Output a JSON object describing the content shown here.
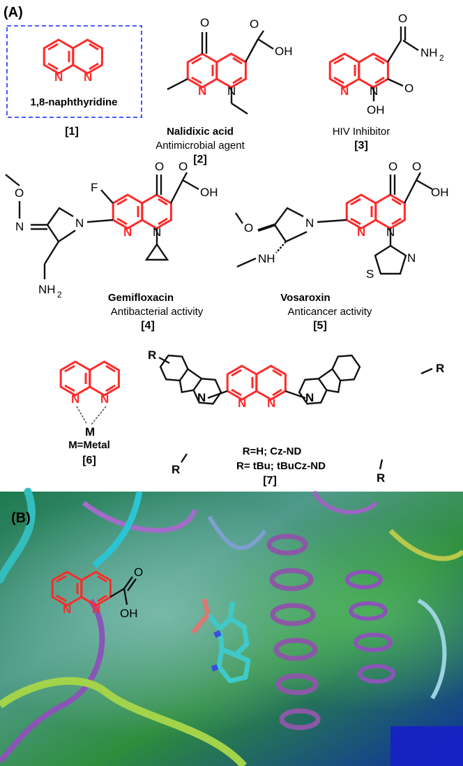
{
  "panel_a": {
    "label": "(A)",
    "c1": {
      "name": "1,8-naphthyridine",
      "ref": "[1]"
    },
    "c2": {
      "name": "Nalidixic acid",
      "role": "Antimicrobial agent",
      "ref": "[2]"
    },
    "c3": {
      "role": "HIV Inhibitor",
      "ref": "[3]"
    },
    "c4": {
      "name": "Gemifloxacin",
      "role": "Antibacterial activity",
      "ref": "[4]"
    },
    "c5": {
      "name": "Vosaroxin",
      "role": "Anticancer activity",
      "ref": "[5]"
    },
    "c6": {
      "metal_label": "M=Metal",
      "ref": "[6]"
    },
    "c7": {
      "line1": "R=H; Cz-ND",
      "line2": "R= tBu; tBuCz-ND",
      "ref": "[7]"
    },
    "atoms": {
      "N": "N",
      "O": "O",
      "OH": "OH",
      "NH2": "NH",
      "F": "F",
      "S": "S",
      "M": "M",
      "R": "R",
      "sub2": "2"
    }
  },
  "panel_b": {
    "label": "(B)"
  },
  "colors": {
    "ring": "#ff2a2a",
    "frame": "#3344ff",
    "ligand": "#3fc9c9"
  }
}
